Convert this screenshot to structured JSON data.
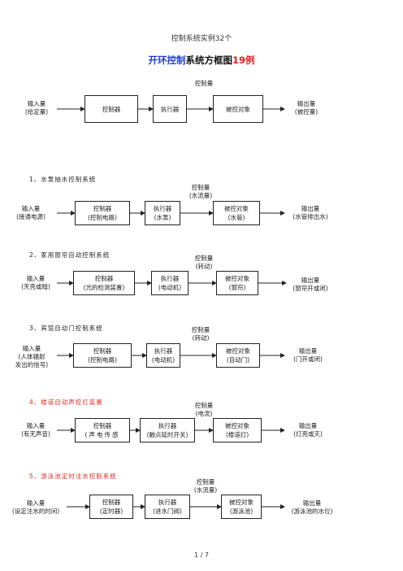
{
  "page": {
    "header": "控制系统实例32个",
    "title_part1": "开环控制",
    "title_part2": "系统方框图",
    "title_part3": "19例",
    "footer": "1  /  7"
  },
  "colors": {
    "title_blue": "#1f3bd6",
    "title_red": "#e0201f",
    "section_red": "#e02a1f"
  },
  "general": {
    "control_label": "控制量",
    "input_line1": "输入量",
    "input_line2": "(给定量)",
    "controller": "控制器",
    "actuator": "执行器",
    "plant": "被控对象",
    "output_line1": "输出量",
    "output_line2": "(被控量)"
  },
  "examples": [
    {
      "title": "1、水泵抽水控制系统",
      "control_line1": "控制量",
      "control_line2": "(水流量)",
      "input_line1": "输入量",
      "input_line2": "(接通电源)",
      "controller_line1": "控制器",
      "controller_line2": "(控制电路)",
      "actuator_line1": "执行器",
      "actuator_line2": "(水泵)",
      "plant_line1": "被控对象",
      "plant_line2": "(水管)",
      "output_line1": "输出量",
      "output_line2": "(水管排出水)"
    },
    {
      "title": "2、家用窗帘自动控制系统",
      "control_line1": "控制量",
      "control_line2": "(转动)",
      "input_line1": "输入量",
      "input_line2": "(天亮或暗)",
      "controller_line1": "控制器",
      "controller_line2": "(光的检测装置)",
      "actuator_line1": "执行器",
      "actuator_line2": "(电动机)",
      "plant_line1": "被控对象",
      "plant_line2": "(窗帘)",
      "output_line1": "输出量",
      "output_line2": "(窗帘开或闭)"
    },
    {
      "title": "3、宾馆自动门控制系统",
      "control_line1": "控制量",
      "control_line2": "(转动)",
      "input_line1": "输入量",
      "input_line2": "(人体辐射",
      "input_line3": "发出的信号)",
      "controller_line1": "控制器",
      "controller_line2": "(控制电路)",
      "actuator_line1": "执行器",
      "actuator_line2": "(电动机)",
      "plant_line1": "被控对象",
      "plant_line2": "(自动门)",
      "output_line1": "输出量",
      "output_line2": "(门开或闭)"
    },
    {
      "title": "4、楼道自动声控灯装置",
      "control_line1": "控制量",
      "control_line2": "(电流)",
      "input_line1": "输入量",
      "input_line2": "(有无声音)",
      "controller_line1": "控制器",
      "controller_line2": "(声电传感",
      "actuator_line1": "执行器",
      "actuator_line2": "(触点延时开关)",
      "plant_line1": "被控对象",
      "plant_line2": "(楼道灯)",
      "output_line1": "输出量",
      "output_line2": "(灯亮或灭)"
    },
    {
      "title": "5、游泳池定时注水控制系统",
      "control_line1": "控制量",
      "control_line2": "(水流量)",
      "input_line1": "输入量",
      "input_line2": "(设定注水的时间)",
      "controller_line1": "控制器",
      "controller_line2": "(定时器)",
      "actuator_line1": "执行器",
      "actuator_line2": "(进水门阀)",
      "plant_line1": "被控对象",
      "plant_line2": "(游泳池)",
      "output_line1": "输出量",
      "output_line2": "(游泳池的水位)"
    }
  ]
}
